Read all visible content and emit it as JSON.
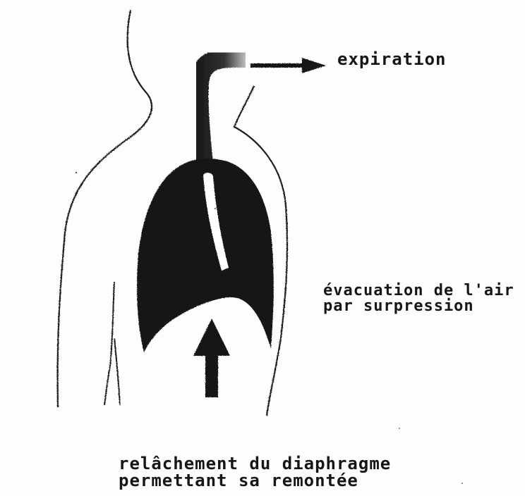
{
  "colors": {
    "ink": "#161616",
    "paper": "#fdfdfb"
  },
  "labels": {
    "expiration": "expiration",
    "evacuation_line1": "évacuation de l'air",
    "evacuation_line2": "par surpression",
    "relachement_line1": "relâchement du diaphragme",
    "relachement_line2": "permettant sa remontée"
  }
}
